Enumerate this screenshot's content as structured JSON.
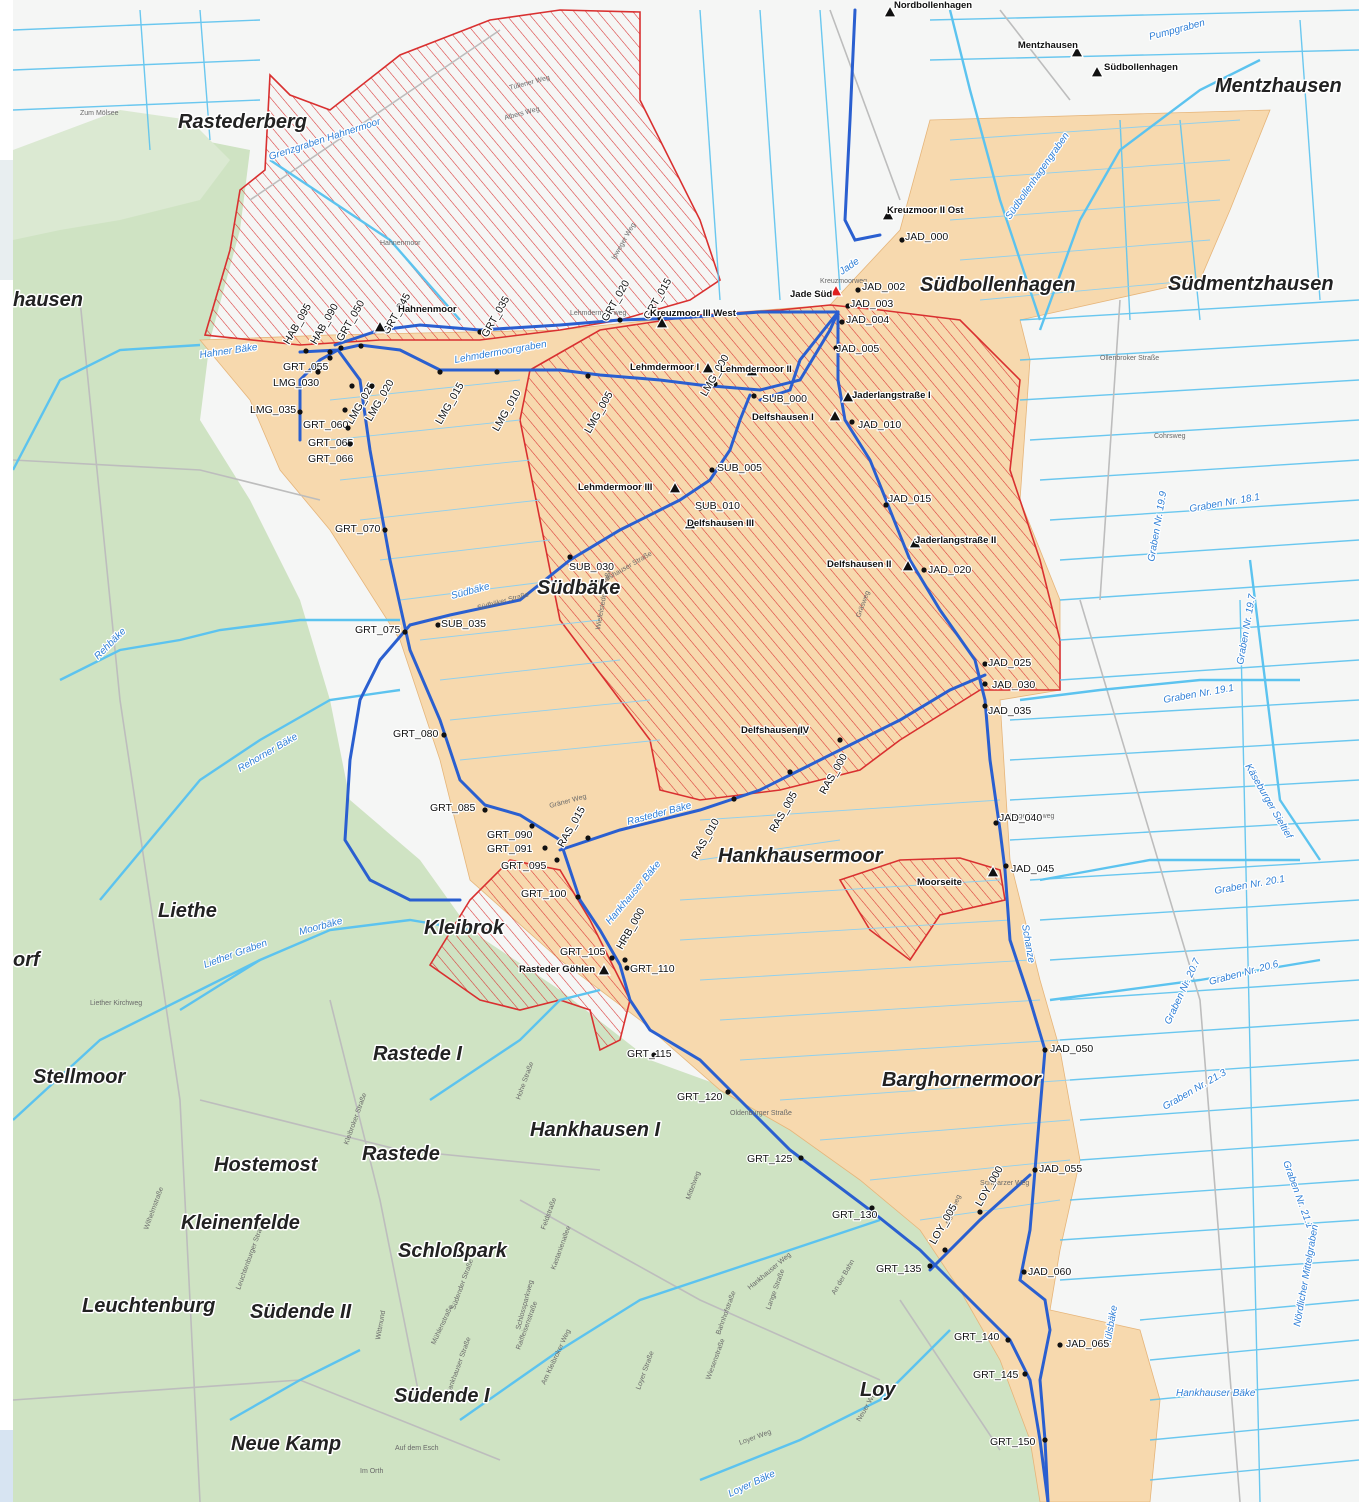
{
  "colors": {
    "forest": "#cfe3c3",
    "area_orange": "#f7d9ae",
    "hatch_red": "#d93030",
    "river_main": "#2a5fd0",
    "water_light": "#5cc3ef",
    "station_black": "#111111",
    "station_alert": "#e02020",
    "place_text": "#222222",
    "water_text": "#2f7fd6"
  },
  "places": [
    "Rastederberg",
    "hausen",
    "Südbollenhagen",
    "Mentzhausen",
    "Südmentzhausen",
    "Südbäke",
    "Hankhausermoor",
    "Liethe",
    "Kleibrok",
    "orf",
    "Stellmoor",
    "Rastede I",
    "Rastede",
    "Hankhausen I",
    "Barghornermoor",
    "Hostemost",
    "Kleinenfelde",
    "Schloßpark",
    "Leuchtenburg",
    "Südende II",
    "Südende I",
    "Loy",
    "Neue Kamp"
  ],
  "stations": [
    "Nordbollenhagen",
    "Mentzhausen",
    "Südbollenhagen",
    "Kreuzmoor II Ost",
    "Jade Süd",
    "Hahnenmoor",
    "Kreuzmoor III West",
    "Lehmdermoor I",
    "Lehmdermoor II",
    "Jaderlangstraße I",
    "Delfshausen I",
    "Lehmdermoor III",
    "Delfshausen III",
    "Jaderlangstraße II",
    "Delfshausen II",
    "Delfshausen IV",
    "Moorseite",
    "Rasteder Göhlen"
  ],
  "gauges": [
    "JAD_000",
    "JAD_002",
    "JAD_003",
    "JAD_004",
    "JAD_005",
    "JAD_010",
    "JAD_015",
    "JAD_020",
    "JAD_025",
    "JAD_030",
    "JAD_035",
    "JAD_040",
    "JAD_045",
    "JAD_050",
    "JAD_055",
    "JAD_060",
    "JAD_065",
    "HAB_095",
    "HAB_090",
    "GRT_050",
    "GRT_045",
    "GRT_055",
    "LMG_030",
    "LMG_035",
    "LMG_025",
    "LMG_020",
    "LMG_015",
    "LMG_010",
    "LMG_005",
    "GRT_060",
    "GRT_065",
    "GRT_066",
    "GRT_070",
    "GRT_075",
    "GRT_080",
    "GRT_085",
    "GRT_090",
    "GRT_091",
    "GRT_095",
    "GRT_100",
    "GRT_105",
    "GRT_110",
    "GRT_115",
    "GRT_120",
    "GRT_125",
    "GRT_130",
    "GRT_135",
    "GRT_140",
    "GRT_145",
    "GRT_150",
    "GRT_035",
    "GRT_020",
    "GRT_015",
    "SUB_000",
    "SUB_005",
    "SUB_010",
    "SUB_030",
    "SUB_035",
    "LMG_000",
    "RAS_000",
    "RAS_005",
    "RAS_010",
    "RAS_015",
    "HRB_000",
    "LOY_000",
    "LOY_005"
  ],
  "waters": [
    "Grenzgraben Hahnermoor",
    "Hahner Bäke",
    "Lehmdermoorgraben",
    "Südbäke",
    "Rehbäke",
    "Rehorner Bäke",
    "Moorbäke",
    "Liether Graben",
    "Rasteder Bäke",
    "Hankhauser Bäke",
    "Jade",
    "Südbollenhagengraben",
    "Pumpgraben",
    "Schanze",
    "Graben Nr. 18.1",
    "Graben Nr. 19.9",
    "Graben Nr. 19.1",
    "Graben Nr. 19.7",
    "Graben Nr. 20.1",
    "Graben Nr. 20.6",
    "Graben Nr. 20.7",
    "Graben Nr. 21.3",
    "Graben Nr. 21.1",
    "Käseburger Sieltief",
    "Nördlicher Mittelgraben",
    "Hülsbäke",
    "Loyer Bäke",
    "Hankhauser Bäke"
  ],
  "roads": [
    "Albers Weg",
    "Tüllener Weg",
    "Zum Mölsee",
    "Ipweger Weg",
    "Hahnenmoor",
    "Kreuzmoorweg",
    "Lehmdermoorweg",
    "Ollenbroker Straße",
    "Cohrsweg",
    "Delfshauser Straße",
    "Südbäker Straße",
    "Wiefelsteder Straße",
    "Gräsweg",
    "Gräner Weg",
    "Eggeringsweg",
    "Borkeweg",
    "Schlossparkweg",
    "Hankhauser Weg",
    "Loyer Weg",
    "Wilhelmstraße",
    "Mühlenstraße",
    "Am Kleibroker Weg",
    "Oldenburger Straße",
    "Schwarzer Weg",
    "An der Bahn",
    "Neuer Weg",
    "Im Orth",
    "Auf dem Esch",
    "Wittmund",
    "Liether Kirchweg",
    "Leuchtenburger Straße",
    "Kleibroker Straße",
    "Feldstraße",
    "Kastanienallee",
    "Raiffeisenstraße",
    "Südender Straße",
    "Hankhauser Straße",
    "Loyer Straße",
    "Bahnhofstraße",
    "Lange Straße",
    "Hohe Straße",
    "Wiesenstraße",
    "Mittelweg"
  ]
}
